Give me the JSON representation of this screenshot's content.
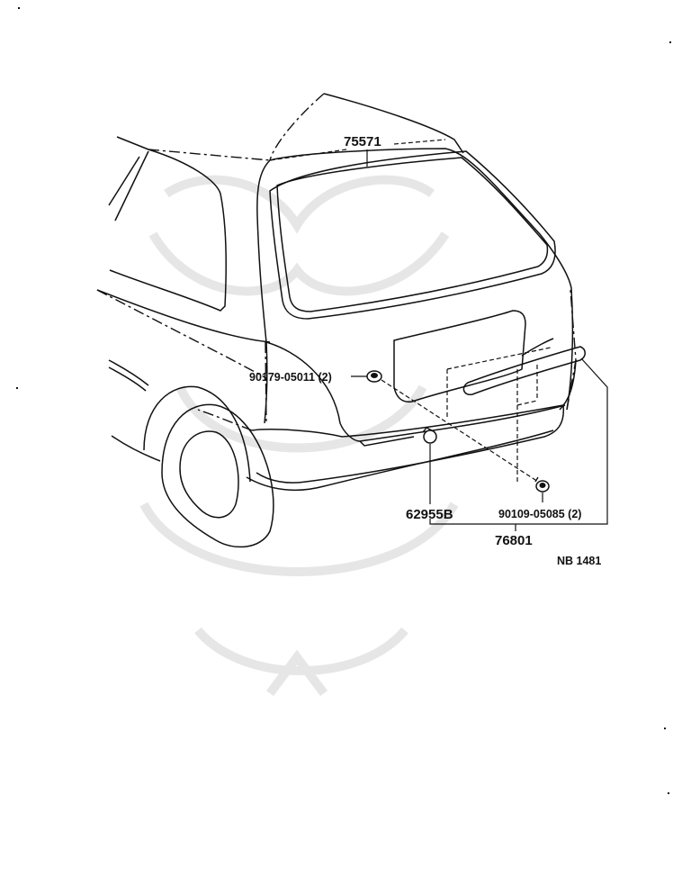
{
  "parts": {
    "weatherstrip": "75571",
    "screw_left": "90179-05011 (2)",
    "clip": "62955B",
    "screw_right": "90109-05085 (2)",
    "spoiler": "76801"
  },
  "drawing_number": "NB 1481"
}
